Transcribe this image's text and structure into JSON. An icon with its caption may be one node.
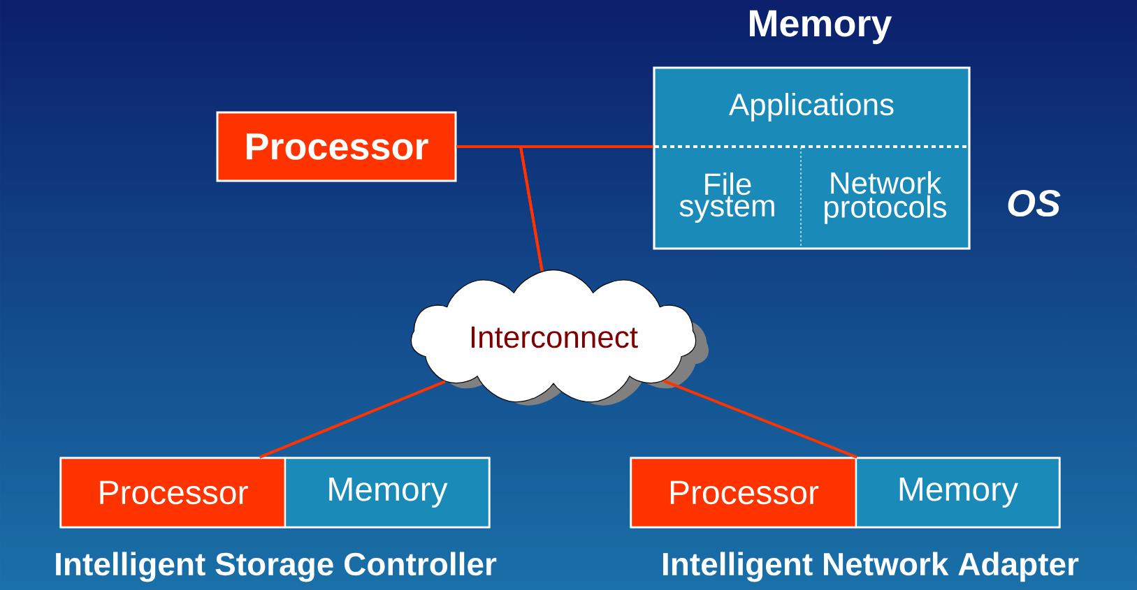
{
  "diagram": {
    "nodes": [
      {
        "text": [
          "Processor"
        ]
      },
      {
        "text": [
          "Memory"
        ],
        "beside": [
          "OS"
        ]
      },
      {
        "text": [
          "Applications"
        ],
        "in": 1
      },
      {
        "text": [
          "File system"
        ],
        "in": 1
      },
      {
        "text": [
          "Network protocols"
        ],
        "in": 1
      },
      {
        "text": [
          "Interconnect"
        ]
      },
      {
        "text": [
          "Intelligent Storage Controller"
        ]
      },
      {
        "text": [
          "Processor"
        ],
        "in": 6
      },
      {
        "text": [
          "Memory"
        ],
        "in": 6
      },
      {
        "text": [
          "Intelligent Network Adapter"
        ]
      },
      {
        "text": [
          "Processor"
        ],
        "in": 9
      },
      {
        "text": [
          "Memory"
        ],
        "in": 9
      }
    ],
    "edges": [
      {
        "from": 0,
        "to": 1,
        "arrow": "none"
      },
      {
        "from": 0,
        "to": 5,
        "arrow": "none"
      },
      {
        "from": 1,
        "to": 5,
        "arrow": "none"
      },
      {
        "from": 5,
        "to": 7,
        "arrow": "none"
      },
      {
        "from": 5,
        "to": 10,
        "arrow": "none"
      }
    ]
  }
}
